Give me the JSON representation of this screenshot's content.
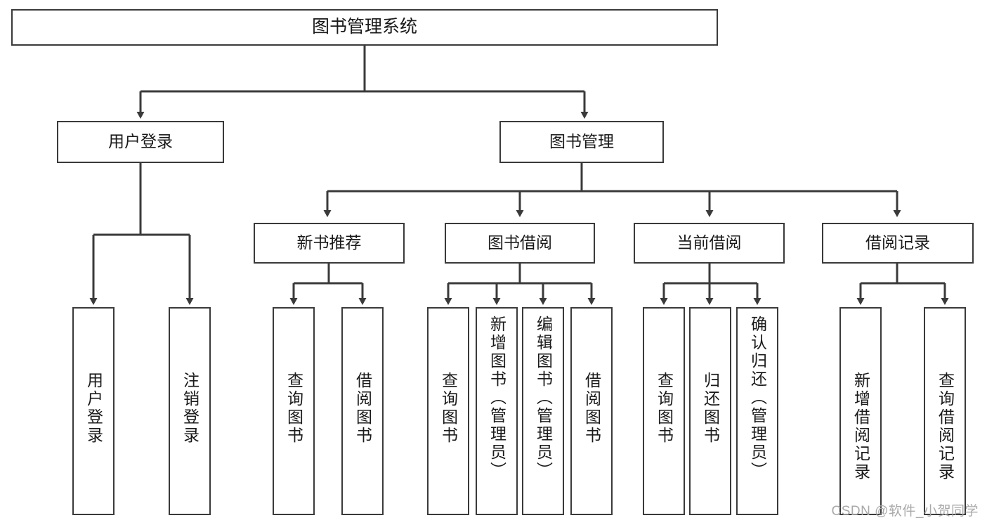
{
  "diagram": {
    "title": "图书管理系统",
    "root": {
      "label": "图书管理系统"
    },
    "level1": [
      {
        "label": "用户登录"
      },
      {
        "label": "图书管理"
      }
    ],
    "level2": [
      {
        "label": "新书推荐"
      },
      {
        "label": "图书借阅"
      },
      {
        "label": "当前借阅"
      },
      {
        "label": "借阅记录"
      }
    ],
    "leaves": {
      "user_login": [
        {
          "label": "用户登录"
        },
        {
          "label": "注销登录"
        }
      ],
      "new_book_recommend": [
        {
          "label": "查询图书"
        },
        {
          "label": "借阅图书"
        }
      ],
      "book_borrow": [
        {
          "label": "查询图书"
        },
        {
          "label": "新增图书（管理员）"
        },
        {
          "label": "编辑图书（管理员）"
        },
        {
          "label": "借阅图书"
        }
      ],
      "current_borrow": [
        {
          "label": "查询图书"
        },
        {
          "label": "归还图书"
        },
        {
          "label": "确认归还（管理员）"
        }
      ],
      "borrow_record": [
        {
          "label": "新增借阅记录"
        },
        {
          "label": "查询借阅记录"
        }
      ]
    }
  },
  "watermark": {
    "text": "CSDN @软件_小贺同学"
  },
  "colors": {
    "line": "#3a3a3a",
    "box_fill": "#ffffff",
    "text": "#1a1a1a",
    "watermark": "#a9a9a9"
  }
}
